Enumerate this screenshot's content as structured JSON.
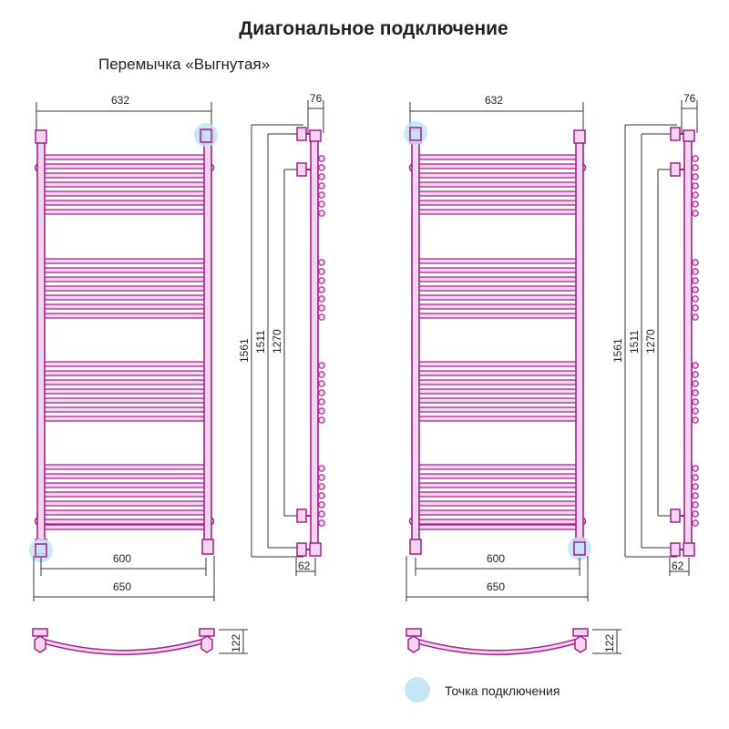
{
  "title": "Диагональное подключение",
  "subtitle": "Перемычка «Выгнутая»",
  "colors": {
    "tube": "#a51f8e",
    "tube_fill": "#f3d6ee",
    "line": "#333333",
    "connection": "#bfe3f5"
  },
  "dimensions": {
    "top_width": "632",
    "side_depth": "76",
    "height_total": "1561",
    "height_mid": "1511",
    "height_inner": "1270",
    "axis_distance": "600",
    "total_width": "650",
    "side_bottom": "62",
    "arc_depth": "122"
  },
  "legend": {
    "label": "Точка подключения"
  }
}
